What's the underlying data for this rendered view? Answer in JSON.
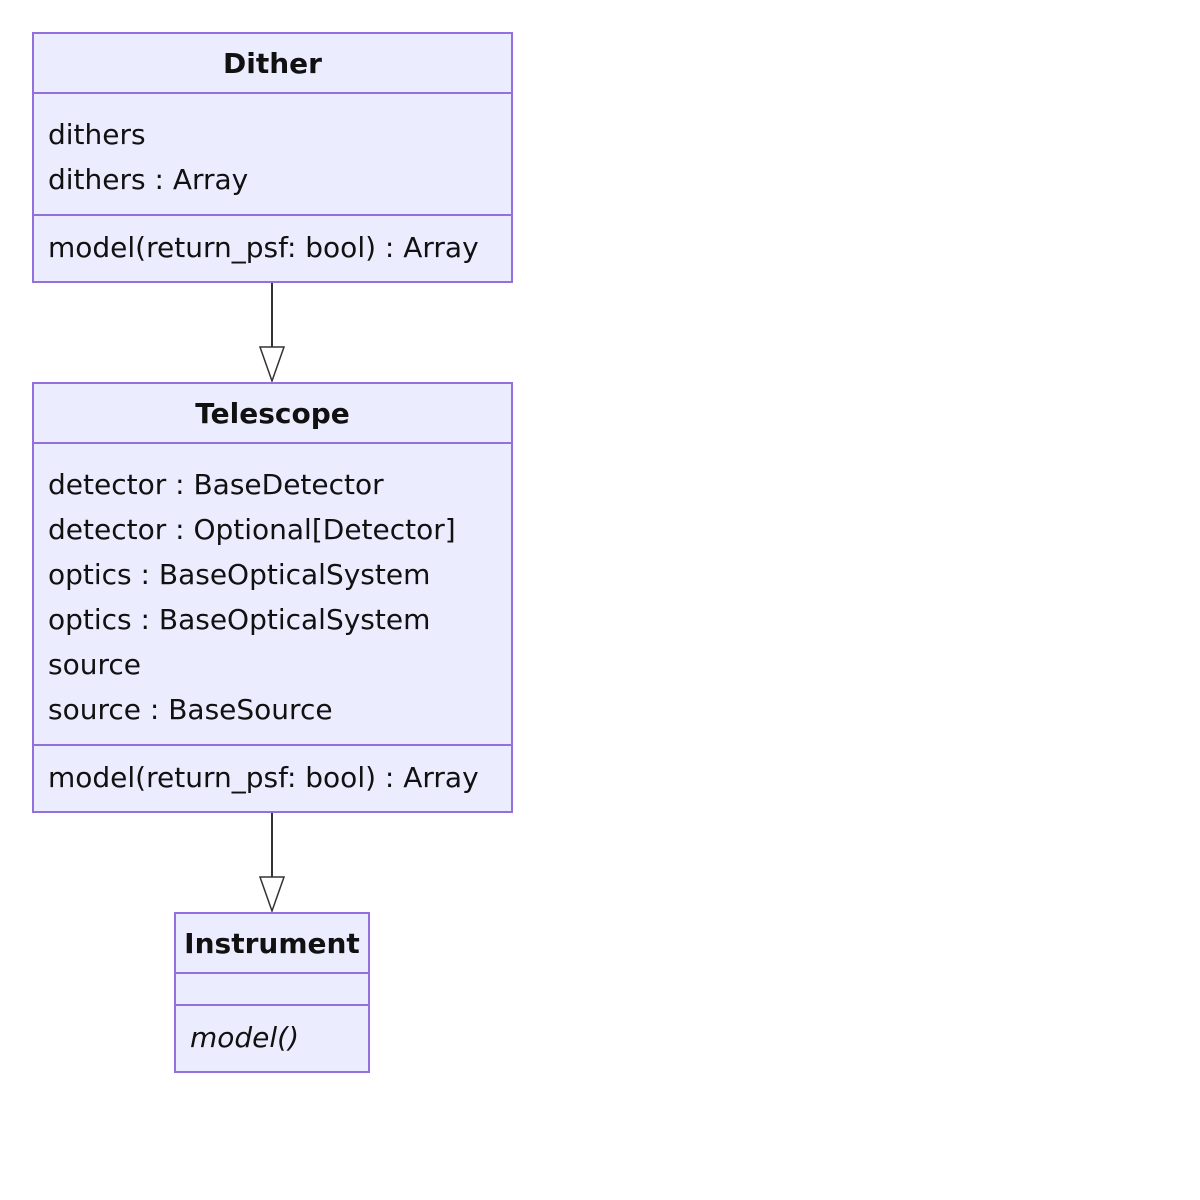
{
  "classes": {
    "dither": {
      "name": "Dither",
      "attributes": [
        "dithers",
        "dithers : Array"
      ],
      "methods": [
        "model(return_psf: bool) : Array"
      ]
    },
    "telescope": {
      "name": "Telescope",
      "attributes": [
        "detector : BaseDetector",
        "detector : Optional[Detector]",
        "optics : BaseOpticalSystem",
        "optics : BaseOpticalSystem",
        "source",
        "source : BaseSource"
      ],
      "methods": [
        "model(return_psf: bool) : Array"
      ]
    },
    "instrument": {
      "name": "Instrument",
      "attributes": [],
      "methods": [
        "model()"
      ],
      "abstract_methods": [
        "model()"
      ]
    }
  },
  "relations": [
    {
      "from": "Dither",
      "to": "Telescope",
      "type": "inheritance"
    },
    {
      "from": "Telescope",
      "to": "Instrument",
      "type": "inheritance"
    }
  ],
  "colors": {
    "box_fill": "#ececff",
    "box_border": "#9370db",
    "edge": "#333333",
    "text": "#111111"
  }
}
